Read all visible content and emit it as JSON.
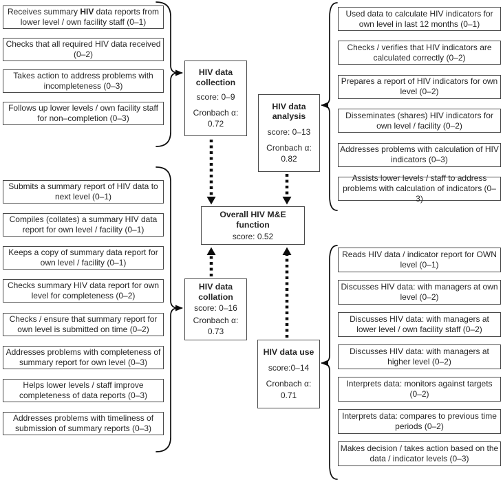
{
  "colors": {
    "box-border": "#4a4a4a",
    "text": "#262626",
    "connector": "#0d0d0d",
    "bg": "#ffffff"
  },
  "groups": {
    "collection_items": {
      "items": [
        {
          "prefix": "Receives summary ",
          "bold": "HIV",
          "suffix": " data reports from lower level / own facility staff (0–1)"
        },
        {
          "text": "Checks that all required HIV data received (0–2)"
        },
        {
          "text": "Takes action to address problems with incompleteness (0–3)"
        },
        {
          "text": "Follows up lower levels / own facility staff for non–completion (0–3)"
        }
      ]
    },
    "analysis_items": {
      "items": [
        {
          "text": "Used data to calculate HIV indicators for own level in last 12 months (0–1)"
        },
        {
          "text": "Checks / verifies that HIV indicators are calculated correctly (0–2)"
        },
        {
          "text": "Prepares a report of HIV indicators for own level (0–2)"
        },
        {
          "text": "Disseminates (shares) HIV indicators for own level / facility (0–2)"
        },
        {
          "text": "Addresses problems with calculation of HIV indicators (0–3)"
        },
        {
          "text": "Assists lower levels / staff to address problems with calculation of indicators (0–3)"
        }
      ]
    },
    "collation_items": {
      "items": [
        {
          "text": "Submits a summary report of HIV data to next level (0–1)"
        },
        {
          "text": "Compiles (collates) a summary HIV data report for own level / facility (0–1)"
        },
        {
          "text": "Keeps a copy of summary data report for own level / facility (0–1)"
        },
        {
          "text": "Checks summary HIV data report for own level for completeness (0–2)"
        },
        {
          "text": "Checks / ensure that summary report for own level is submitted on time (0–2)"
        },
        {
          "text": "Addresses problems with completeness of summary report for own level (0–3)"
        },
        {
          "text": "Helps lower levels / staff improve completeness of data reports (0–3)"
        },
        {
          "text": "Addresses problems with timeliness of submission of summary reports (0–3)"
        }
      ]
    },
    "use_items": {
      "items": [
        {
          "text": "Reads HIV data / indicator report for OWN level (0–1)"
        },
        {
          "text": "Discusses HIV data: with managers at own level (0–2)"
        },
        {
          "text": "Discusses HIV data: with managers at lower level / own facility staff (0–2)"
        },
        {
          "text": "Discusses HIV data: with managers at higher level (0–2)"
        },
        {
          "text": "Interprets data: monitors against targets (0–2)"
        },
        {
          "text": "Interprets data: compares to previous time periods (0–2)"
        },
        {
          "text": "Makes decision / takes action based on the data / indicator levels (0–3)"
        }
      ]
    }
  },
  "constructs": {
    "collection": {
      "title": "HIV data collection",
      "score": "score: 0–9",
      "cronbach_label": "Cronbach α:",
      "cronbach_value": "0.72"
    },
    "analysis": {
      "title": "HIV data analysis",
      "score": "score: 0–13",
      "cronbach_label": "Cronbach α:",
      "cronbach_value": "0.82"
    },
    "overall": {
      "title": "Overall HIV M&E function",
      "score": "score: 0.52"
    },
    "collation": {
      "title": "HIV data collation",
      "score": "score: 0–16",
      "cronbach_label": "Cronbach α:",
      "cronbach_value": "0.73"
    },
    "use": {
      "title": "HIV data use",
      "score": "score:0–14",
      "cronbach_label": "Cronbach α:",
      "cronbach_value": "0.71"
    }
  }
}
